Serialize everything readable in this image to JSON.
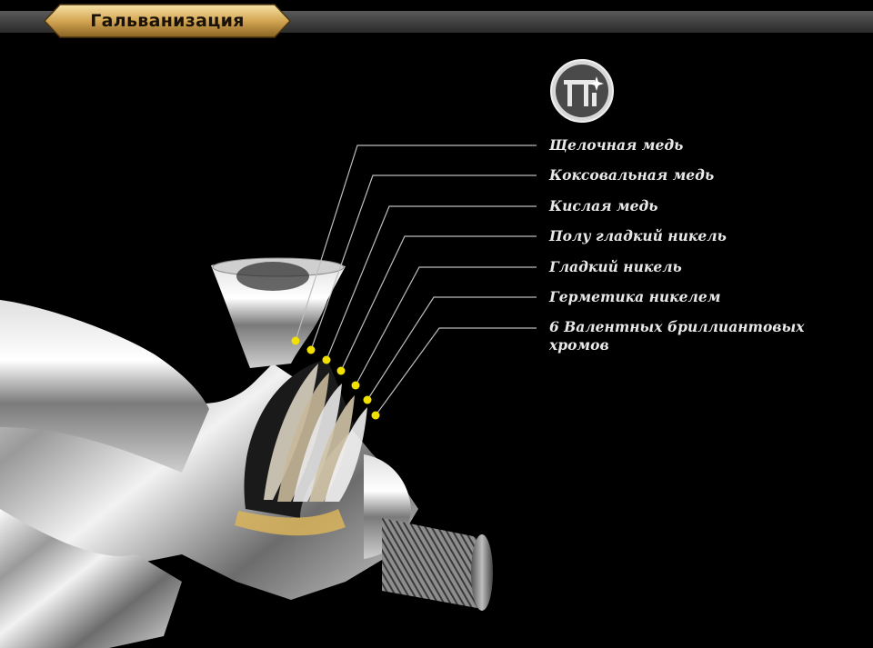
{
  "header": {
    "title": "Гальванизация"
  },
  "layers": [
    "Щелочная медь",
    "Коксовальная медь",
    "Кислая медь",
    "Полу гладкий никель",
    "Гладкий никель",
    "Герметика никелем",
    "6 Валентных бриллиантовых хромов"
  ],
  "colors": {
    "background": "#000000",
    "title_gold": "#d9b46a",
    "marker": "#f2e000",
    "label_text": "#e8e8e8"
  },
  "icons": {
    "logo": "brand-logo-icon"
  }
}
